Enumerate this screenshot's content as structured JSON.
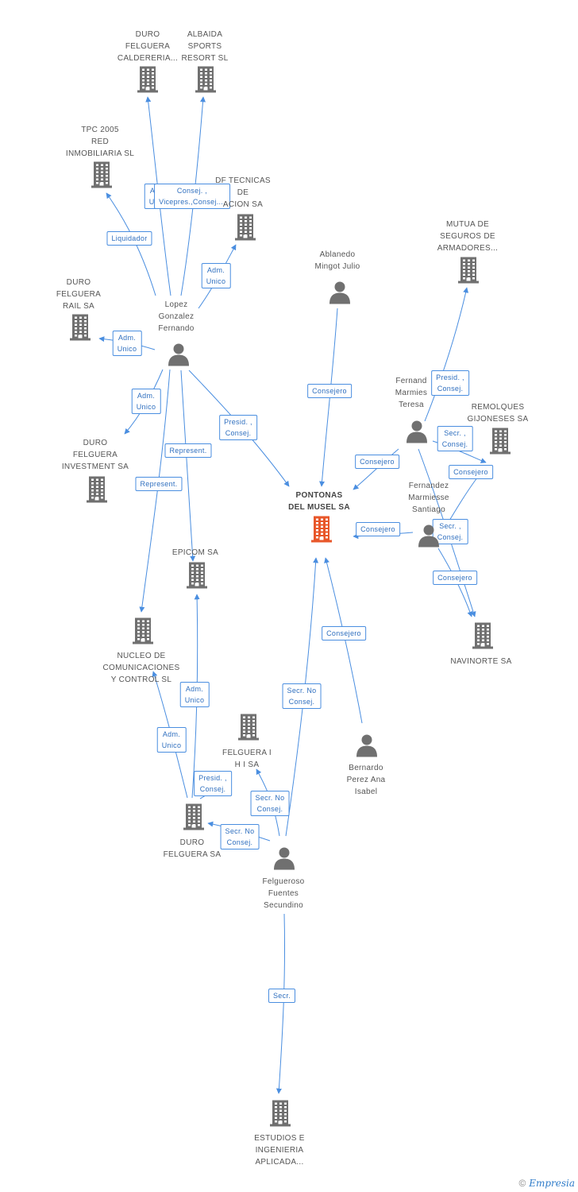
{
  "colors": {
    "edge": "#4a8ee0",
    "building": "#707070",
    "focus_building": "#e8572a",
    "person": "#707070"
  },
  "nodes": [
    {
      "id": "duro_calderer",
      "label": "DURO\nFELGUERA\nCALDERERIA...",
      "type": "company"
    },
    {
      "id": "albaida",
      "label": "ALBAIDA\nSPORTS\nRESORT SL",
      "type": "company"
    },
    {
      "id": "tpc",
      "label": "TPC 2005\nRED\nINMOBILIARIA SL",
      "type": "company"
    },
    {
      "id": "df_tecnicas",
      "label": "DF TECNICAS\nDE\nACION SA",
      "type": "company"
    },
    {
      "id": "mutua",
      "label": "MUTUA DE\nSEGUROS DE\nARMADORES...",
      "type": "company"
    },
    {
      "id": "ablanedo",
      "label": "Ablanedo\nMingot Julio",
      "type": "person"
    },
    {
      "id": "duro_rail",
      "label": "DURO\nFELGUERA\nRAIL SA",
      "type": "company"
    },
    {
      "id": "lopez",
      "label": "Lopez\nGonzalez\nFernando",
      "type": "person"
    },
    {
      "id": "fernandez_teresa",
      "label": "Fernand\nMarmies\nTeresa",
      "type": "person"
    },
    {
      "id": "remolques",
      "label": "REMOLQUES\nGIJONESES SA",
      "type": "company"
    },
    {
      "id": "duro_investment",
      "label": "DURO\nFELGUERA\nINVESTMENT SA",
      "type": "company"
    },
    {
      "id": "pontonas",
      "label": "PONTONAS\nDEL MUSEL SA",
      "type": "focus"
    },
    {
      "id": "fernandez_santiago",
      "label": "Fernandez\nMarmiesse\nSantiago",
      "type": "person"
    },
    {
      "id": "epicom",
      "label": "EPICOM SA",
      "type": "company"
    },
    {
      "id": "navinorte",
      "label": "NAVINORTE SA",
      "type": "company"
    },
    {
      "id": "nucleo",
      "label": "NUCLEO DE\nCOMUNICACIONES\nY CONTROL SL",
      "type": "company"
    },
    {
      "id": "felguera_ihi",
      "label": "FELGUERA I\nH I SA",
      "type": "company"
    },
    {
      "id": "bernardo",
      "label": "Bernardo\nPerez Ana\nIsabel",
      "type": "person"
    },
    {
      "id": "duro_felguera",
      "label": "DURO\nFELGUERA SA",
      "type": "company"
    },
    {
      "id": "felgueroso",
      "label": "Felgueroso\nFuentes\nSecundino",
      "type": "person"
    },
    {
      "id": "estudios",
      "label": "ESTUDIOS E\nINGENIERIA\nAPLICADA...",
      "type": "company"
    }
  ],
  "edges": [
    {
      "from": "lopez",
      "to": "duro_calderer",
      "label": "Adm.\nUnico"
    },
    {
      "from": "lopez",
      "to": "albaida",
      "label": "Consej. ,\nVicepres.,Consej...."
    },
    {
      "from": "lopez",
      "to": "tpc",
      "label": "Liquidador"
    },
    {
      "from": "lopez",
      "to": "df_tecnicas",
      "label": "Adm.\nUnico"
    },
    {
      "from": "lopez",
      "to": "duro_rail",
      "label": "Adm.\nUnico"
    },
    {
      "from": "lopez",
      "to": "duro_investment",
      "label": "Adm.\nUnico"
    },
    {
      "from": "lopez",
      "to": "nucleo",
      "label": "Represent."
    },
    {
      "from": "lopez",
      "to": "epicom",
      "label": "Represent."
    },
    {
      "from": "lopez",
      "to": "pontonas",
      "label": "Presid. ,\nConsej."
    },
    {
      "from": "ablanedo",
      "to": "pontonas",
      "label": "Consejero"
    },
    {
      "from": "fernandez_teresa",
      "to": "pontonas",
      "label": "Consejero"
    },
    {
      "from": "fernandez_teresa",
      "to": "mutua",
      "label": "Presid. ,\nConsej."
    },
    {
      "from": "fernandez_teresa",
      "to": "remolques",
      "label": "Secr. ,\nConsej."
    },
    {
      "from": "fernandez_teresa",
      "to": "navinorte",
      "label": "Consejero"
    },
    {
      "from": "fernandez_santiago",
      "to": "pontonas",
      "label": "Consejero"
    },
    {
      "from": "fernandez_santiago",
      "to": "remolques",
      "label": "Secr. ,\nConsej."
    },
    {
      "from": "fernandez_santiago",
      "to": "navinorte",
      "label": "Consejero"
    },
    {
      "from": "bernardo",
      "to": "pontonas",
      "label": "Consejero"
    },
    {
      "from": "felgueroso",
      "to": "pontonas",
      "label": "Secr. No\nConsej."
    },
    {
      "from": "felgueroso",
      "to": "felguera_ihi",
      "label": "Secr. No\nConsej."
    },
    {
      "from": "felgueroso",
      "to": "duro_felguera",
      "label": "Secr. No\nConsej."
    },
    {
      "from": "felgueroso",
      "to": "estudios",
      "label": "Secr."
    },
    {
      "from": "duro_felguera",
      "to": "epicom",
      "label": "Adm.\nUnico"
    },
    {
      "from": "duro_felguera",
      "to": "nucleo",
      "label": "Adm.\nUnico"
    },
    {
      "from": "duro_felguera",
      "to": "epicom",
      "label": "Presid. ,\nConsej."
    }
  ],
  "brand": {
    "symbol": "©",
    "name": "Empresia"
  }
}
